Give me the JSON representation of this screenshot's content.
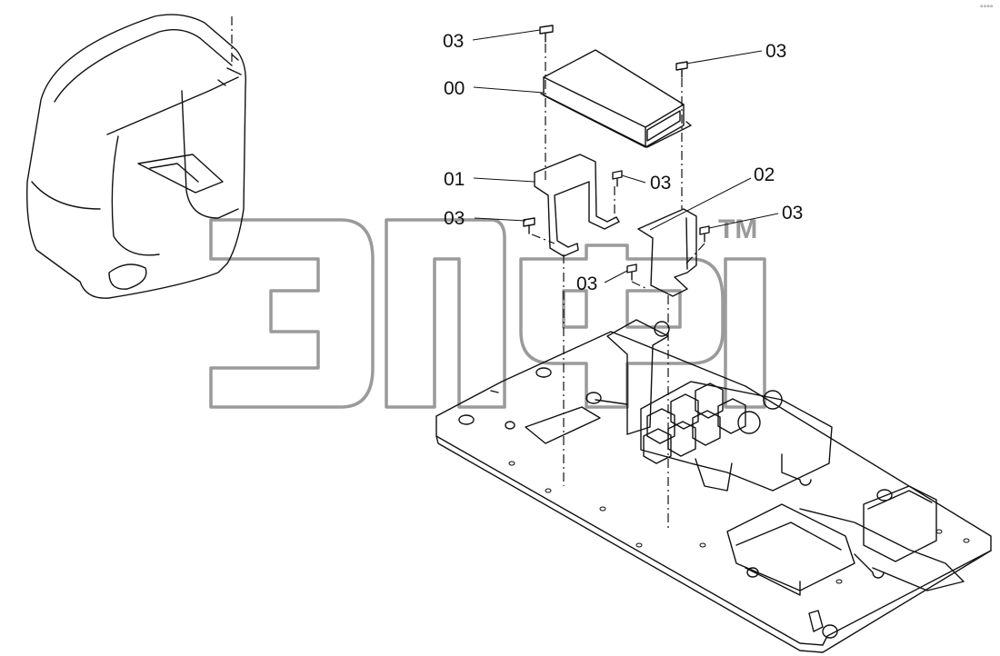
{
  "callouts": [
    {
      "id": "c1",
      "label": "03"
    },
    {
      "id": "c2",
      "label": "03"
    },
    {
      "id": "c3",
      "label": "00"
    },
    {
      "id": "c4",
      "label": "01"
    },
    {
      "id": "c5",
      "label": "03"
    },
    {
      "id": "c6",
      "label": "02"
    },
    {
      "id": "c7",
      "label": "03"
    },
    {
      "id": "c8",
      "label": "03"
    },
    {
      "id": "c9",
      "label": "03"
    }
  ],
  "watermark": {
    "tm": "TM"
  },
  "corner_mark": "°°°°"
}
